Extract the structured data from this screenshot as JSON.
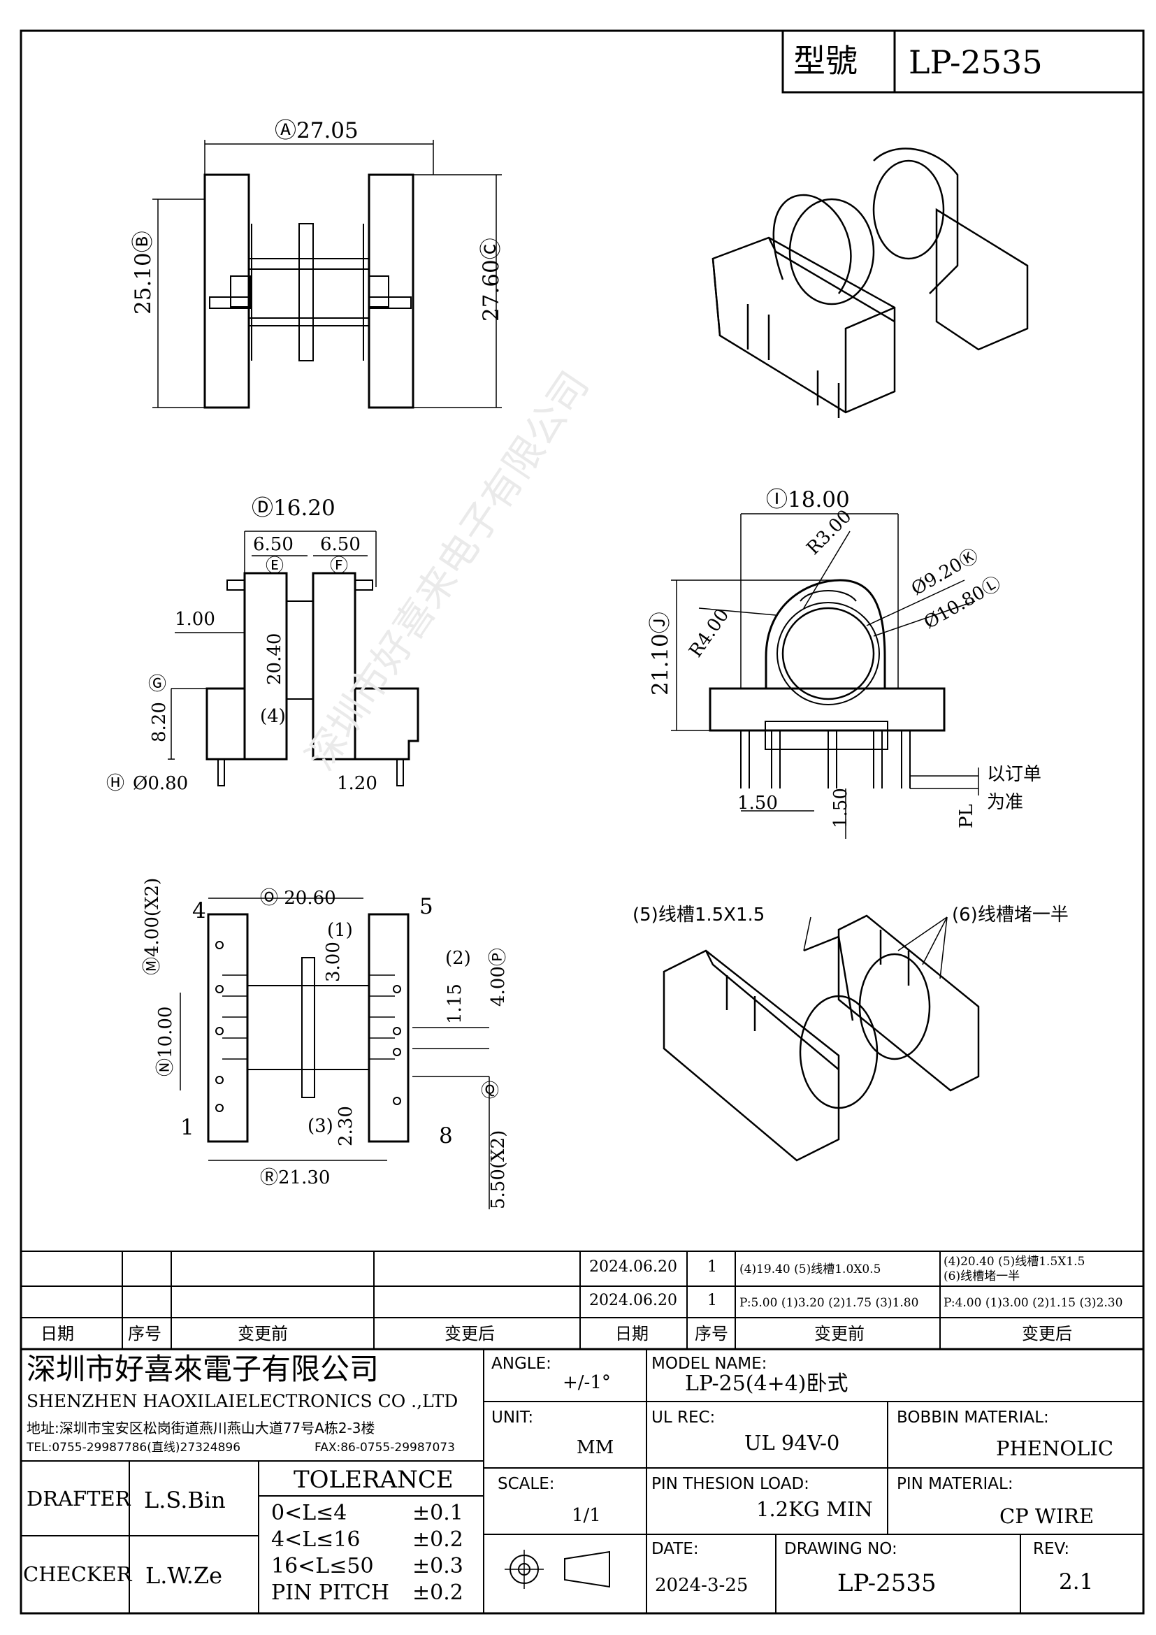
{
  "header": {
    "label": "型號",
    "model": "LP-2535"
  },
  "dims": {
    "a": "Ⓐ27.05",
    "b": "25.10Ⓑ",
    "c": "27.60Ⓒ",
    "d": "Ⓓ16.20",
    "e_val": "6.50",
    "e_tag": "Ⓔ",
    "f_val": "6.50",
    "f_tag": "Ⓕ",
    "one": "1.00",
    "twenty": "20.40",
    "four": "(4)",
    "g": "Ⓖ",
    "g_val": "8.20",
    "h": "Ⓗ",
    "h_val": "Ø0.80",
    "onetwenty": "1.20",
    "i": "Ⓘ18.00",
    "r3": "R3.00",
    "r4": "R4.00",
    "j": "21.10Ⓙ",
    "k": "Ø9.20Ⓚ",
    "l": "Ø10.80Ⓛ",
    "side_150": "1.50",
    "side_150b": "1.50",
    "pl": "PL",
    "order_note_1": "以订单",
    "order_note_2": "为准",
    "m": "Ⓜ4.00(X2)",
    "pin4": "4",
    "pin5": "5",
    "pin1": "1",
    "pin8": "8",
    "o": "Ⓞ 20.60",
    "n1": "(1)",
    "n2": "(2)",
    "n3": "(3)",
    "d300": "3.00",
    "d115": "1.15",
    "p": "4.00Ⓟ",
    "n": "Ⓝ10.00",
    "q": "Ⓠ",
    "d230": "2.30",
    "d550": "5.50(X2)",
    "r": "Ⓡ21.30",
    "slot": "(5)线槽1.5X1.5",
    "slot_block": "(6)线槽堵一半"
  },
  "revisions": {
    "headers": {
      "date": "日期",
      "seq": "序号",
      "before": "变更前",
      "after": "变更后"
    },
    "rows": [
      {
        "date": "2024.06.20",
        "seq": "1",
        "before": "(4)19.40 (5)线槽1.0X0.5",
        "after1": "(4)20.40 (5)线槽1.5X1.5",
        "after2": "(6)线槽堵一半"
      },
      {
        "date": "2024.06.20",
        "seq": "1",
        "before": "P:5.00 (1)3.20 (2)1.75 (3)1.80",
        "after1": "P:4.00 (1)3.00 (2)1.15 (3)2.30",
        "after2": ""
      }
    ]
  },
  "company": {
    "name_cn": "深圳市好喜來電子有限公司",
    "name_en": "SHENZHEN HAOXILAIELECTRONICS CO .,LTD",
    "address": "地址:深圳市宝安区松岗街道燕川燕山大道77号A栋2-3楼",
    "tel": "TEL:0755-29987786(直线)27324896",
    "fax": "FAX:86-0755-29987073",
    "watermark": "深圳市好喜来电子有限公司"
  },
  "title_block": {
    "angle_label": "ANGLE:",
    "angle_value": "+/-1°",
    "model_label": "MODEL NAME:",
    "model_value": "LP-25(4+4)卧式",
    "unit_label": "UNIT:",
    "unit_value": "MM",
    "ulrec_label": "UL REC:",
    "ulrec_value": "UL 94V-0",
    "bobbin_label": "BOBBIN MATERIAL:",
    "bobbin_value": "PHENOLIC",
    "scale_label": "SCALE:",
    "scale_value": "1/1",
    "pinload_label": "PIN THESION LOAD:",
    "pinload_value": "1.2KG MIN",
    "pinmat_label": "PIN MATERIAL:",
    "pinmat_value": "CP  WIRE",
    "date_label": "DATE:",
    "date_value": "2024-3-25",
    "drawingno_label": "DRAWING NO:",
    "drawingno_value": "LP-2535",
    "rev_label": "REV:",
    "rev_value": "2.1",
    "drafter_label": "DRAFTER",
    "drafter_value": "L.S.Bin",
    "checker_label": "CHECKER",
    "checker_value": "L.W.Ze",
    "tolerance_title": "TOLERANCE",
    "tolerance": [
      {
        "range": "0<L≤4",
        "value": "±0.1"
      },
      {
        "range": "4<L≤16",
        "value": "±0.2"
      },
      {
        "range": "16<L≤50",
        "value": "±0.3"
      },
      {
        "range": "PIN PITCH",
        "value": "±0.2"
      }
    ]
  }
}
